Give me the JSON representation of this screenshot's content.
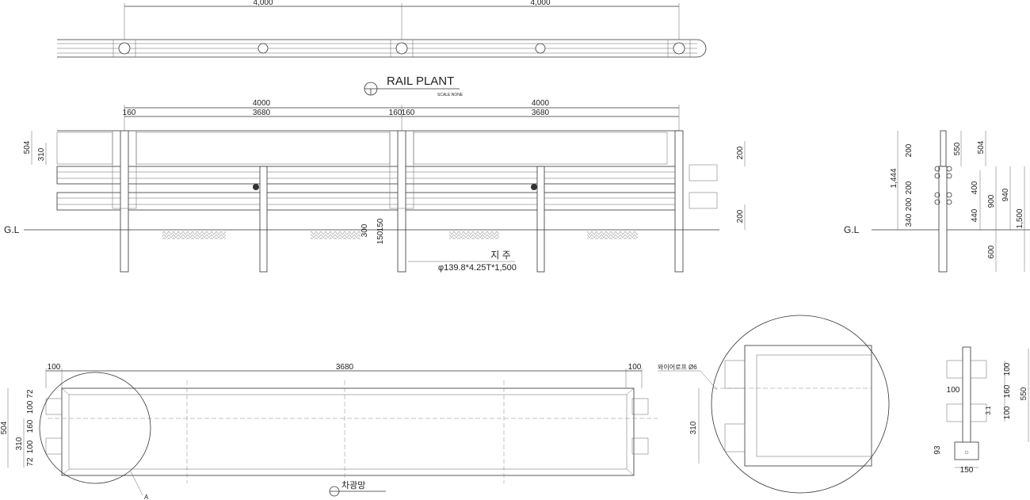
{
  "plan": {
    "title": "RAIL PLANT",
    "scale": "SCALE:NONE",
    "dims": [
      "4,000",
      "4,000"
    ]
  },
  "elevation": {
    "top_dims": [
      "4000",
      "4000"
    ],
    "inner_dims": [
      "3680",
      "3680"
    ],
    "post_dims": [
      "160",
      "160",
      "160"
    ],
    "left_dims": [
      "504",
      "310"
    ],
    "right_dims": [
      "200",
      "200"
    ],
    "footing_dims": [
      "300",
      "150",
      "150"
    ],
    "ground_label": "G.L",
    "post_label": "지 주",
    "post_spec": "φ139.8*4.25T*1,500"
  },
  "side_view": {
    "ground_label": "G.L",
    "left_dims": [
      "1,444",
      "200",
      "200",
      "200",
      "340"
    ],
    "right_dims": [
      "550",
      "504",
      "400",
      "440",
      "900",
      "940",
      "1,500",
      "600"
    ]
  },
  "panel_view": {
    "top_dims": [
      "100",
      "3680",
      "100"
    ],
    "left_dims": [
      "504",
      "310",
      "72",
      "100",
      "160",
      "100",
      "72"
    ],
    "detail_marker": "A",
    "title": "차광망"
  },
  "detail_a": {
    "wire_label": "와이어로프 Ø6",
    "dim": "310"
  },
  "bracket_detail": {
    "dims": [
      "100",
      "160",
      "100",
      "550",
      "100",
      "3.1",
      "93",
      "150"
    ]
  }
}
